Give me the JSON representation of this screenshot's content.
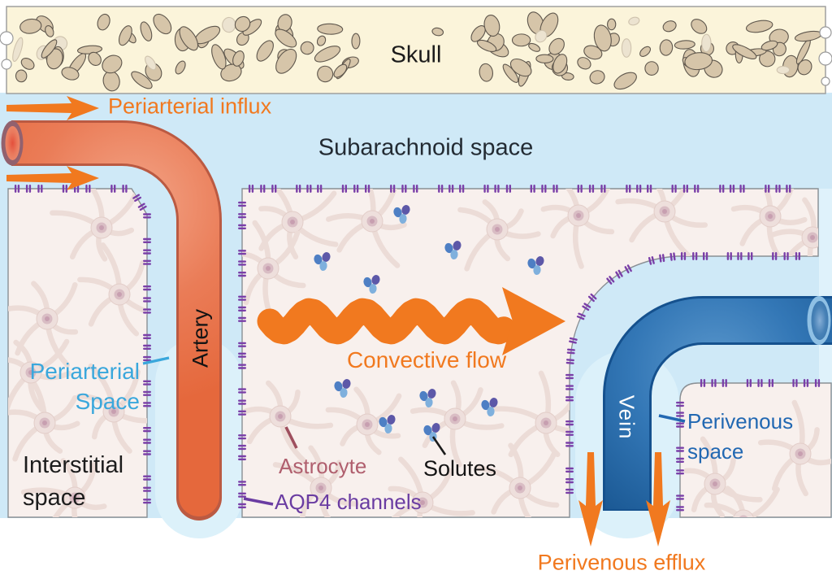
{
  "figure": {
    "subject": "glymphatic-system-diagram",
    "labels": {
      "skull": "Skull",
      "subarachnoid_space": "Subarachnoid space",
      "periarterial_influx": "Periarterial influx",
      "artery": "Artery",
      "periarterial_space_line1": "Periarterial",
      "periarterial_space_line2": "Space",
      "interstitial_space_line1": "Interstitial",
      "interstitial_space_line2": "space",
      "convective_flow": "Convective flow",
      "astrocyte": "Astrocyte",
      "solutes": "Solutes",
      "aqp4_channels": "AQP4 channels",
      "vein": "Vein",
      "perivenous_space_line1": "Perivenous",
      "perivenous_space_line2": "space",
      "perivenous_efflux": "Perivenous efflux"
    },
    "colors": {
      "flow_orange": "#f1791f",
      "artery_fill": "#e8795a",
      "vein_fill": "#2e6fae",
      "periarterial_space_text": "#3aa7dc",
      "perivenous_space_text": "#2268b2",
      "astrocyte_text": "#b05f6e",
      "aqp4_purple": "#7a3fa8",
      "subarachnoid_fill": "#cfe9f7",
      "skull_fill": "#fbf4da",
      "tissue_fill": "#f8f0ed"
    }
  }
}
